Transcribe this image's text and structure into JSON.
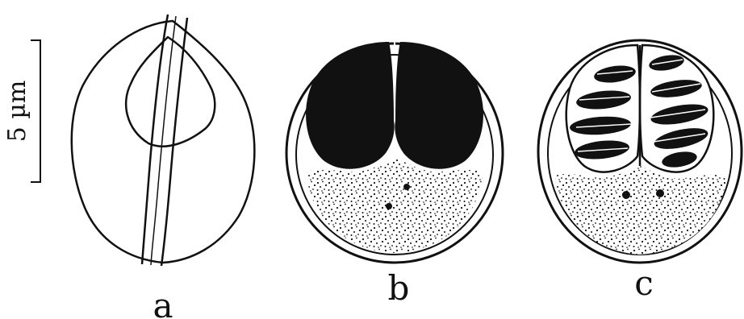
{
  "scale_bar": {
    "label": "5 µm"
  },
  "panels": [
    {
      "id": "a",
      "label": "a"
    },
    {
      "id": "b",
      "label": "b"
    },
    {
      "id": "c",
      "label": "c"
    }
  ],
  "colors": {
    "ink": "#111111",
    "background": "#ffffff"
  }
}
